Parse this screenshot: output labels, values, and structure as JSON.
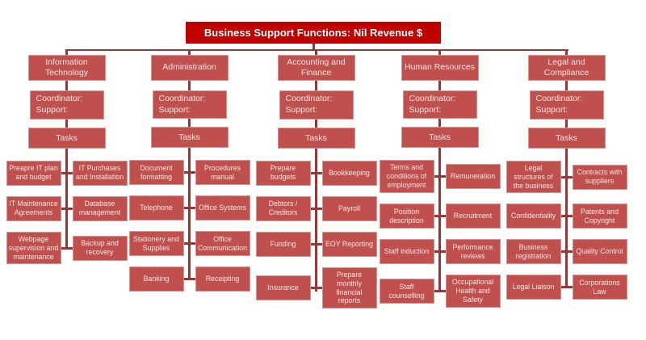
{
  "title": "Business Support Functions: Nil Revenue $",
  "coordinator_label": "Coordinator:",
  "support_label": "Support:",
  "tasks_label": "Tasks",
  "colors": {
    "title_bg": "#c00000",
    "title_text": "#ffffff",
    "box_bg": "#c0504d",
    "box_border": "#d49390",
    "box_text": "#f4e6e5",
    "line": "#953735"
  },
  "columns": [
    {
      "header": "Information Technology",
      "rows": [
        {
          "left": "Preapre IT plan and budget",
          "right": "IT Purchases and Installation"
        },
        {
          "left": "IT Maintenance Agreements",
          "right": "Database management"
        },
        {
          "left": "Webpage supervision and maintenance",
          "right": "Backup and recovery"
        }
      ]
    },
    {
      "header": "Administration",
      "rows": [
        {
          "left": "Document formatting",
          "right": "Procedures manual"
        },
        {
          "left": "Telephone",
          "right": "Office Systems"
        },
        {
          "left": "Stationery and Supplies",
          "right": "Office Communication"
        },
        {
          "left": "Banking",
          "right": "Receipting"
        }
      ]
    },
    {
      "header": "Accounting and Finance",
      "rows": [
        {
          "left": "Prepare budgets",
          "right": "Bookkeeping"
        },
        {
          "left": "Debtors / Creditors",
          "right": "Payroll"
        },
        {
          "left": "Funding",
          "right": "EOY Reporting"
        },
        {
          "left": "Insurance",
          "right": "Prepare monthly financial reports"
        }
      ]
    },
    {
      "header": "Human Resources",
      "rows": [
        {
          "left": "Terms and conditions of employment",
          "right": "Remuneration"
        },
        {
          "left": "Position description",
          "right": "Recruitment"
        },
        {
          "left": "Staff induction",
          "right": "Performance reviews"
        },
        {
          "left": "Staff counselling",
          "right": "Occupational Health and Safety"
        }
      ]
    },
    {
      "header": "Legal and Compliance",
      "rows": [
        {
          "left": "Legal structures of the business",
          "right": "Contracts with suppliers"
        },
        {
          "left": "Confidentiality",
          "right": "Patents and Copyright"
        },
        {
          "left": "Business registration",
          "right": "Quality Control"
        },
        {
          "left": "Legal Liaison",
          "right": "Corporations Law"
        }
      ]
    }
  ]
}
